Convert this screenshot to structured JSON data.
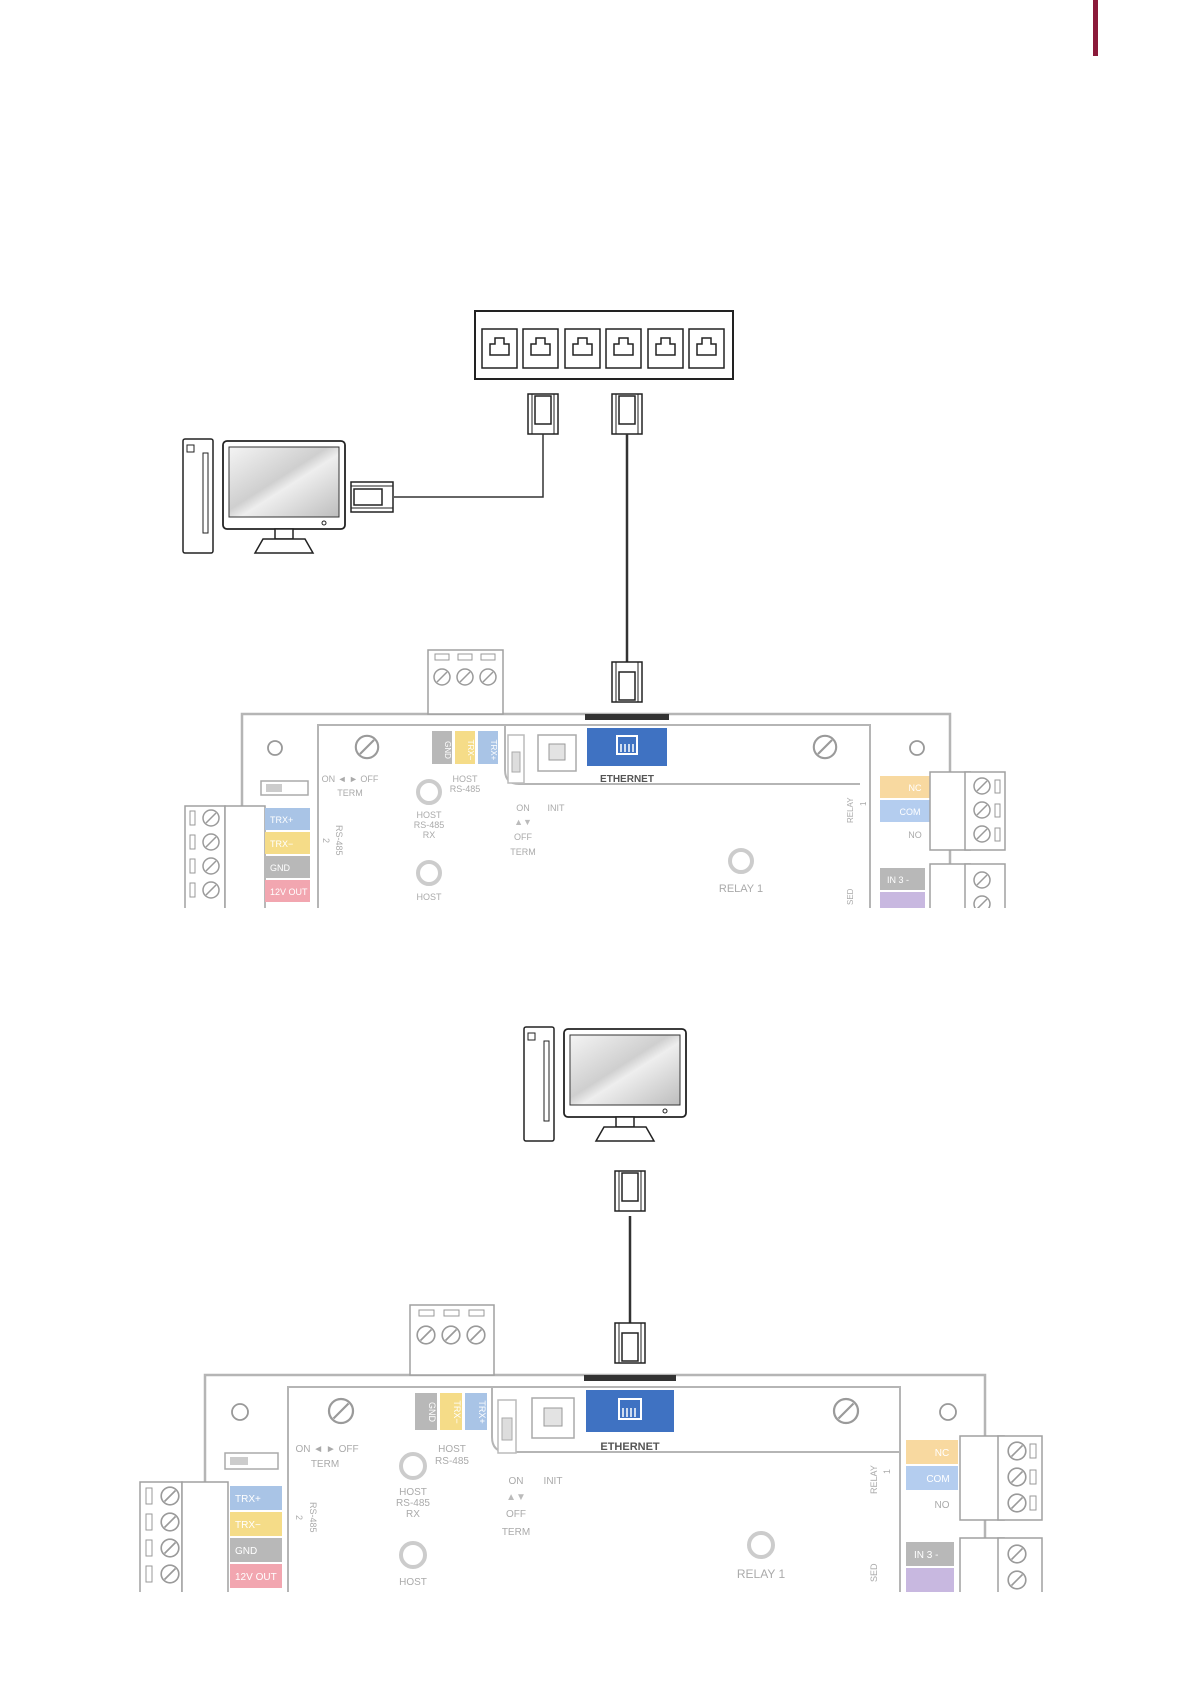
{
  "colors": {
    "accent": "#8b1a3a",
    "ethernet_blue": "#3f72c2",
    "trx_plus_blue": "#a9c4e6",
    "trx_minus_yellow": "#f5dc88",
    "gnd_gray": "#b8b8b8",
    "out12v_red": "#f2a6b0",
    "nc_orange": "#f8d9a0",
    "com_blue": "#b4cdef",
    "in_purple": "#c8b8e0",
    "board_line": "#b5b5b5"
  },
  "icons": [
    "switch-icon",
    "computer-icon",
    "rj45-connector-icon",
    "ethernet-port-icon",
    "screw-terminal-icon",
    "dip-switch-icon",
    "led-icon"
  ],
  "board": {
    "trx_plus": "TRX+",
    "trx_minus": "TRX−",
    "gnd": "GND",
    "out12v": "12V OUT",
    "term_on_off": "ON ◄ ► OFF",
    "term": "TERM",
    "host_rs485": "HOST",
    "rs485": "RS-485",
    "rs485_short": "RS-485",
    "port_num": "2",
    "rx": "RX",
    "on": "ON",
    "off": "OFF",
    "init": "INIT",
    "ethernet": "ETHERNET",
    "relay": "RELAY",
    "relay_num": "1",
    "relay1": "RELAY 1",
    "nc": "NC",
    "com": "COM",
    "no": "NO",
    "in3": "IN 3  -",
    "sed": "SED"
  }
}
